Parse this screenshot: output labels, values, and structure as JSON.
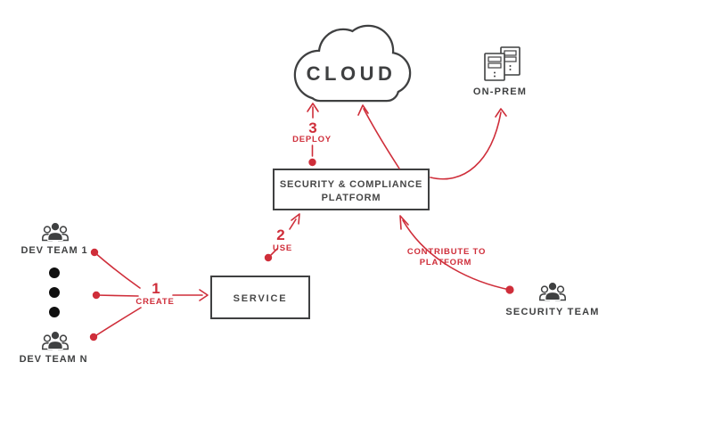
{
  "colors": {
    "accent_red": "#cf2e3a",
    "outline_dark": "#3f4041",
    "background": "#ffffff"
  },
  "nodes": {
    "cloud": {
      "label": "CLOUD",
      "icon": "cloud-icon"
    },
    "on_prem": {
      "label": "ON-PREM",
      "icon": "server-towers-icon"
    },
    "platform": {
      "label_line1": "SECURITY & COMPLIANCE",
      "label_line2": "PLATFORM"
    },
    "service": {
      "label": "SERVICE"
    },
    "dev_team_1": {
      "label": "DEV TEAM 1",
      "icon": "team-icon"
    },
    "dev_team_n": {
      "label": "DEV TEAM N",
      "icon": "team-icon"
    },
    "teams_ellipsis": {
      "icon": "vertical-ellipsis-icon"
    },
    "security_team": {
      "label": "SECURITY TEAM",
      "icon": "team-icon"
    }
  },
  "flows": {
    "create": {
      "step": "1",
      "label": "CREATE",
      "from": "dev teams",
      "to": "service"
    },
    "use": {
      "step": "2",
      "label": "USE",
      "from": "service",
      "to": "platform"
    },
    "deploy": {
      "step": "3",
      "label": "DEPLOY",
      "from": "platform",
      "to": "cloud"
    },
    "contribute": {
      "label_line1": "CONTRIBUTE TO",
      "label_line2": "PLATFORM",
      "from": "security team",
      "to": "platform"
    },
    "platform_to_cloud": {
      "from": "platform",
      "to": "cloud"
    },
    "platform_to_on_prem": {
      "from": "platform",
      "to": "on-prem"
    }
  }
}
